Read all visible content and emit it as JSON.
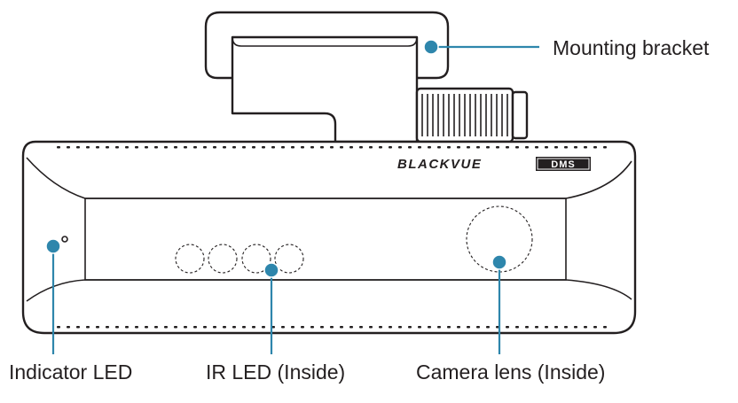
{
  "device": {
    "brand": "BLACKVUE",
    "model": "DMS"
  },
  "callouts": {
    "mounting_bracket": "Mounting bracket",
    "indicator_led": "Indicator LED",
    "ir_led": "IR LED (Inside)",
    "camera_lens": "Camera lens (Inside)"
  },
  "colors": {
    "callout": "#2e86ac",
    "outline": "#231f20"
  }
}
